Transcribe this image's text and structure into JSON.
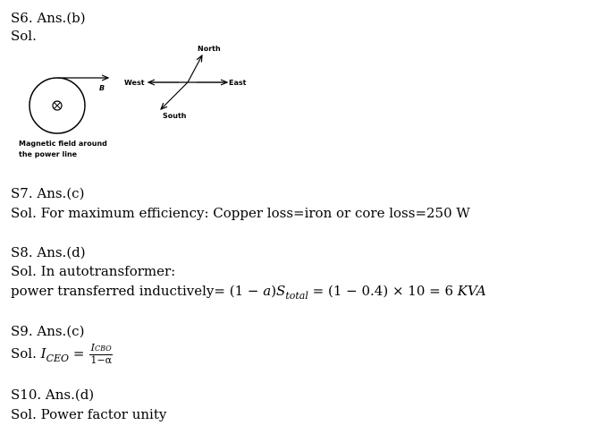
{
  "s6": {
    "answer": "S6. Ans.(b)",
    "sol": "Sol.",
    "diagram": {
      "label_b": "B",
      "label_north": "North",
      "label_south": "South",
      "label_west": "West",
      "label_east": "East",
      "caption_line1": "Magnetic field around",
      "caption_line2": "the power line"
    }
  },
  "s7": {
    "answer": "S7. Ans.(c)",
    "sol": "Sol. For maximum efficiency: Copper loss=iron or core loss=250 W"
  },
  "s8": {
    "answer": "S8. Ans.(d)",
    "sol": "Sol. In autotransformer:",
    "eq_prefix": "power transferred inductively=",
    "eq_part1": " (1 − ",
    "eq_alpha": "a",
    "eq_part2": ")",
    "eq_S": "S",
    "eq_sub": "total",
    "eq_part3": " = (1 − 0.4) × 10 = 6 ",
    "eq_unit": "KVA"
  },
  "s9": {
    "answer": "S9. Ans.(c)",
    "sol_prefix": "Sol. ",
    "I": "I",
    "I_sub": "CEO",
    "equals": " =",
    "num_I": "I",
    "num_sub": "CBO",
    "den": "1−α"
  },
  "s10": {
    "answer": "S10. Ans.(d)",
    "sol": "Sol. Power factor unity"
  }
}
